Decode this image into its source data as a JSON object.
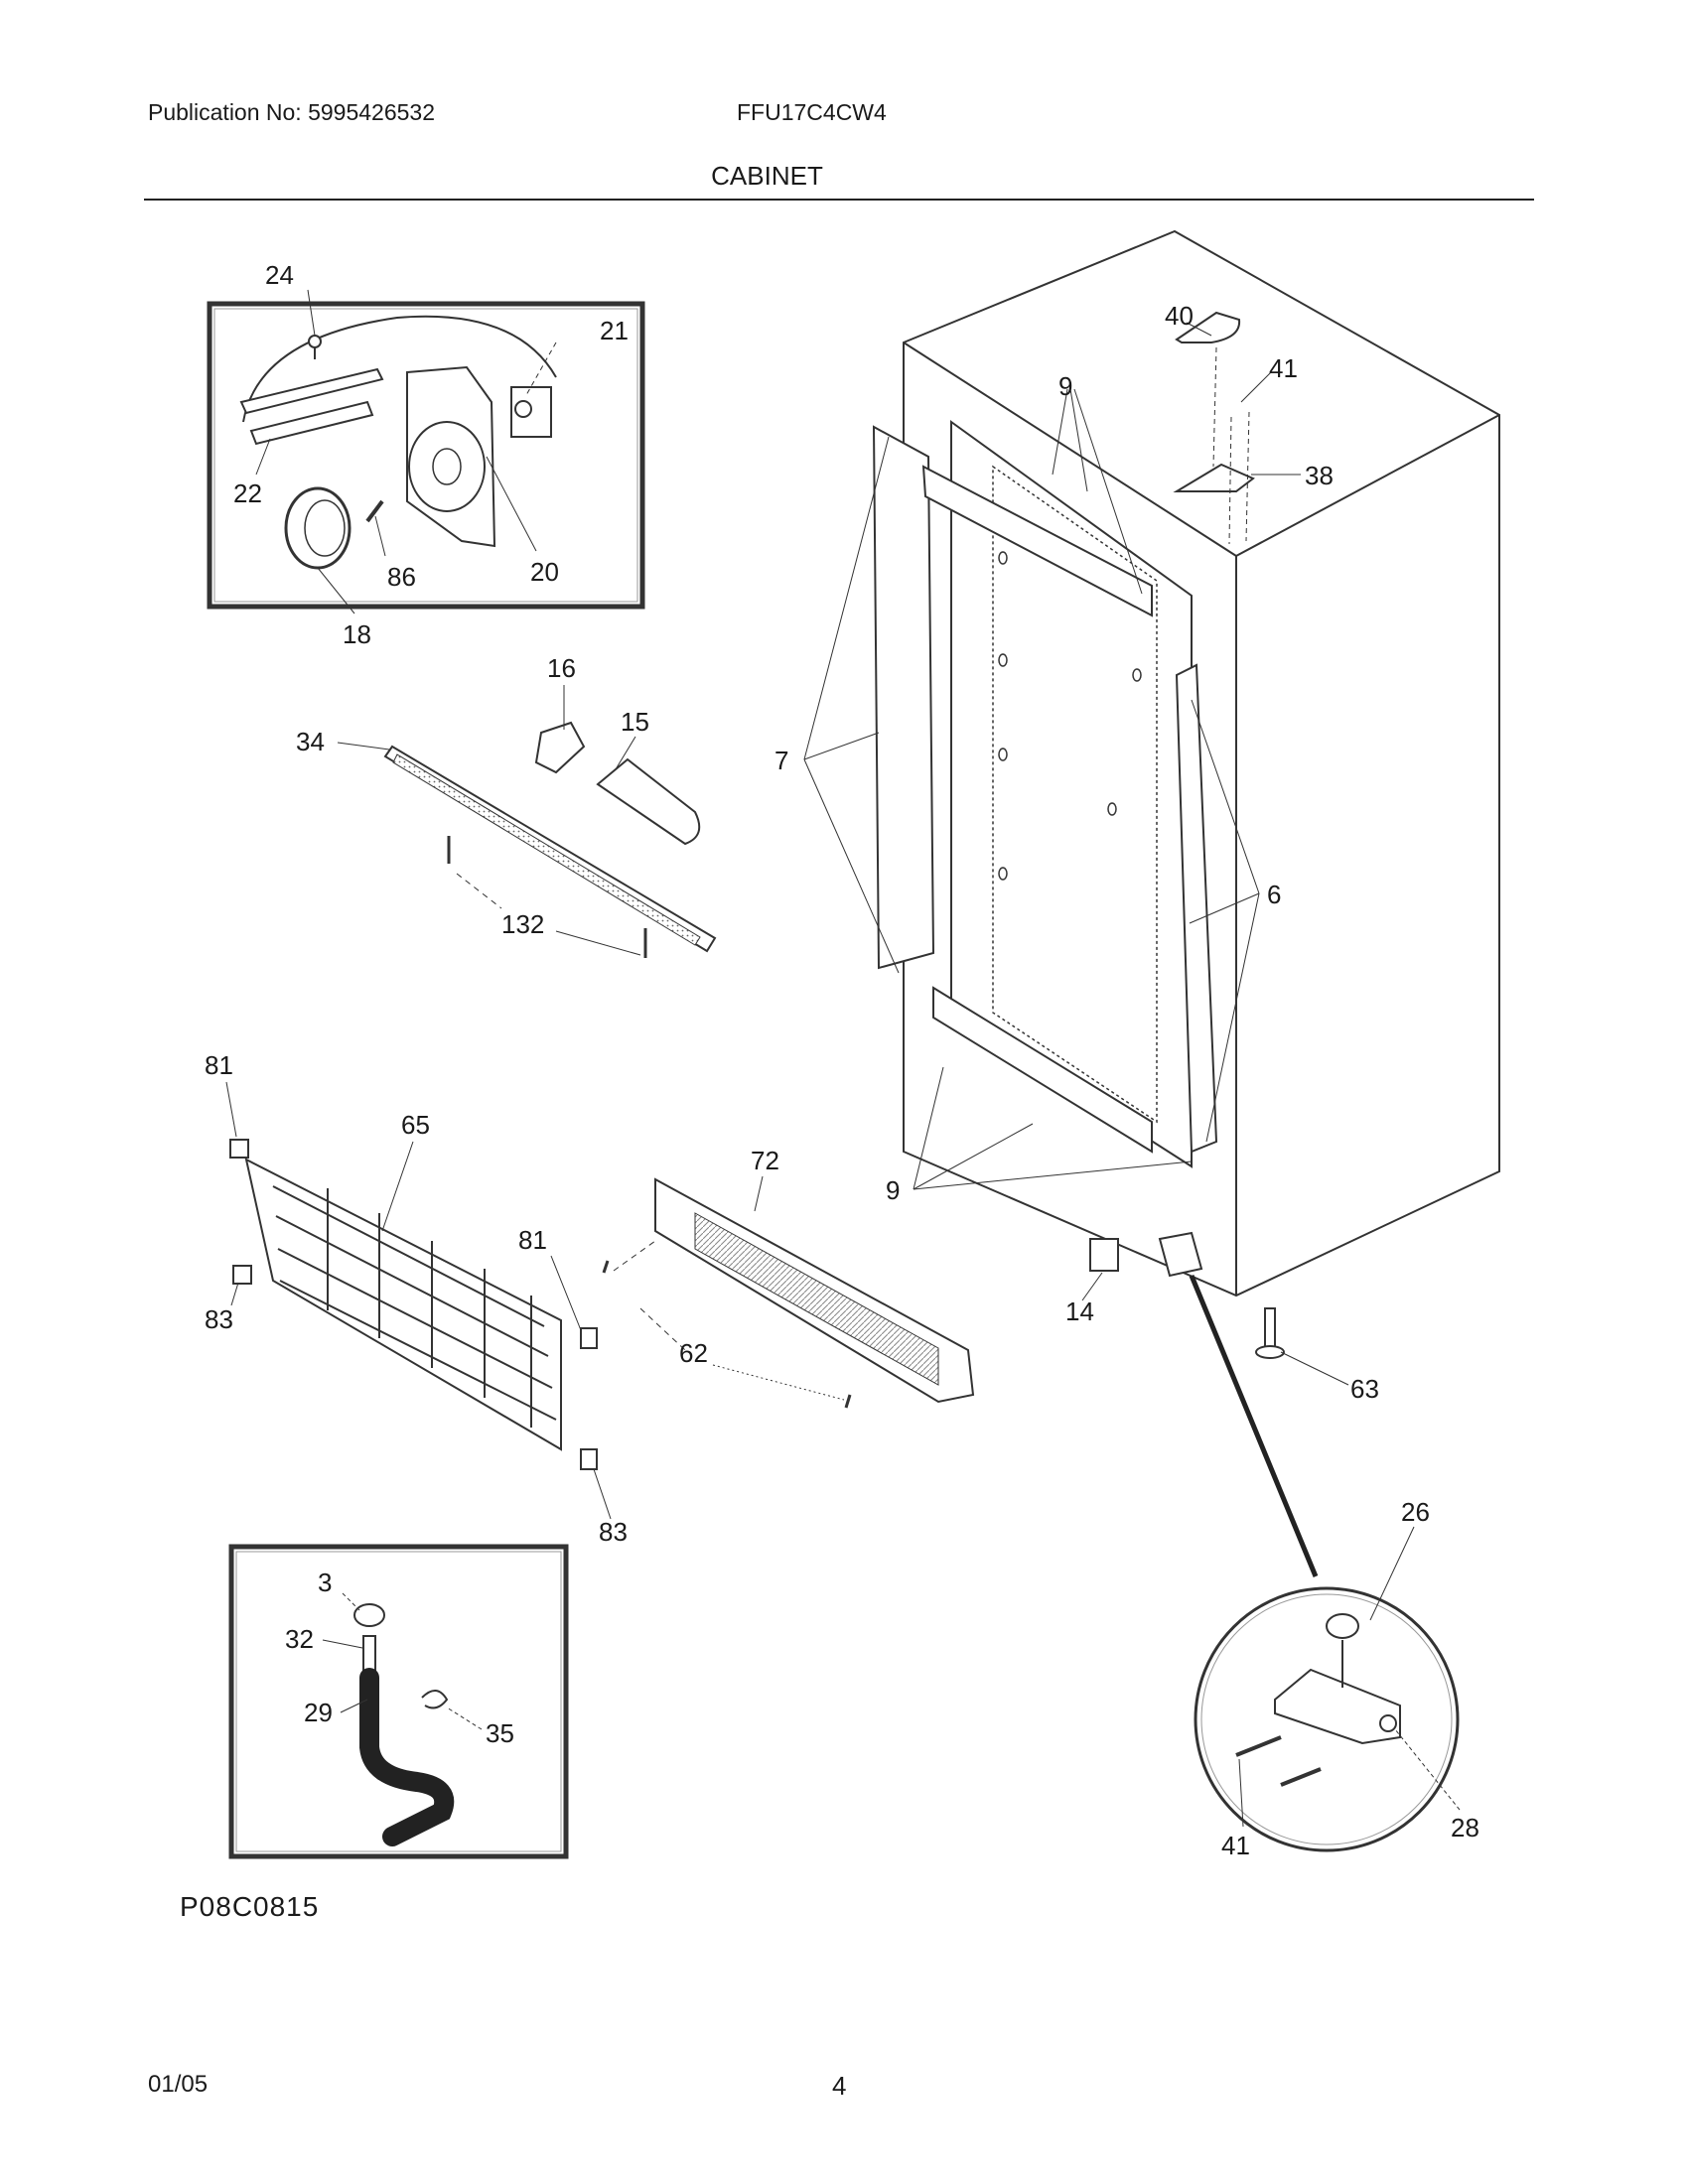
{
  "header": {
    "publication": "Publication No: 5995426532",
    "model": "FFU17C4CW4",
    "section": "CABINET"
  },
  "figure_id": "P08C0815",
  "footer": {
    "date": "01/05",
    "page": "4"
  },
  "callouts": {
    "c24": "24",
    "c21": "21",
    "c22": "22",
    "c86": "86",
    "c20": "20",
    "c18": "18",
    "c16": "16",
    "c15": "15",
    "c34": "34",
    "c132": "132",
    "c81a": "81",
    "c65": "65",
    "c81b": "81",
    "c83a": "83",
    "c83b": "83",
    "c72": "72",
    "c62": "62",
    "c3": "3",
    "c32": "32",
    "c29": "29",
    "c35": "35",
    "c40": "40",
    "c41a": "41",
    "c38": "38",
    "c9a": "9",
    "c7": "7",
    "c6": "6",
    "c9b": "9",
    "c14": "14",
    "c63": "63",
    "c26": "26",
    "c41b": "41",
    "c28": "28"
  }
}
